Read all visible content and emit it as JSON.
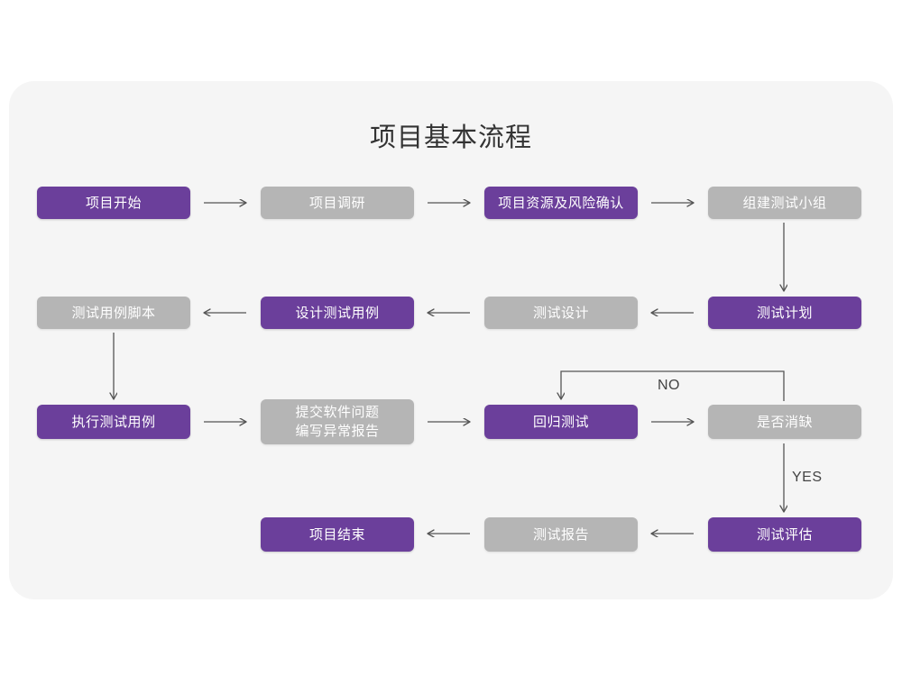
{
  "panel": {
    "background_color": "#f5f5f5",
    "page_background_color": "#ffffff"
  },
  "title": "项目基本流程",
  "colors": {
    "purple": "#6b3f9b",
    "gray": "#b5b5b5",
    "text": "#ffffff",
    "connector": "#555555",
    "title_text": "#333333"
  },
  "nodes": [
    {
      "id": "n1",
      "label": "项目开始",
      "style": "purple",
      "row": 1
    },
    {
      "id": "n2",
      "label": "项目调研",
      "style": "gray",
      "row": 1
    },
    {
      "id": "n3",
      "label": "项目资源及风险确认",
      "style": "purple",
      "row": 1
    },
    {
      "id": "n4",
      "label": "组建测试小组",
      "style": "gray",
      "row": 1
    },
    {
      "id": "n5",
      "label": "测试用例脚本",
      "style": "gray",
      "row": 2
    },
    {
      "id": "n6",
      "label": "设计测试用例",
      "style": "purple",
      "row": 2
    },
    {
      "id": "n7",
      "label": "测试设计",
      "style": "gray",
      "row": 2
    },
    {
      "id": "n8",
      "label": "测试计划",
      "style": "purple",
      "row": 2
    },
    {
      "id": "n9",
      "label": "执行测试用例",
      "style": "purple",
      "row": 3
    },
    {
      "id": "n10",
      "label": "提交软件问题\n编写异常报告",
      "style": "gray",
      "row": 3
    },
    {
      "id": "n11",
      "label": "回归测试",
      "style": "purple",
      "row": 3
    },
    {
      "id": "n12",
      "label": "是否消缺",
      "style": "gray",
      "row": 3
    },
    {
      "id": "n13",
      "label": "项目结束",
      "style": "purple",
      "row": 4
    },
    {
      "id": "n14",
      "label": "测试报告",
      "style": "gray",
      "row": 4
    },
    {
      "id": "n15",
      "label": "测试评估",
      "style": "purple",
      "row": 4
    }
  ],
  "edge_labels": {
    "no": "NO",
    "yes": "YES"
  }
}
